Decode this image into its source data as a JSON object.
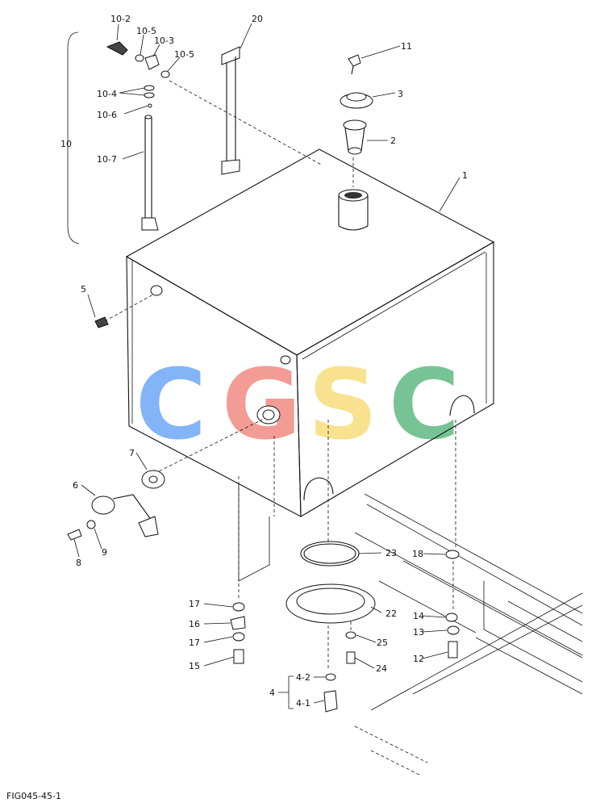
{
  "figure_id": "FIG045-45-1",
  "watermark": {
    "text": "CGSC",
    "letters": [
      "C",
      "G",
      "S",
      "C"
    ],
    "colors": [
      "#5a9cf5",
      "#f07a72",
      "#f8d96a",
      "#4caf72"
    ]
  },
  "callouts": {
    "p1": "1",
    "p2": "2",
    "p3": "3",
    "p4": "4",
    "p4_1": "4-1",
    "p4_2": "4-2",
    "p5": "5",
    "p6": "6",
    "p7": "7",
    "p8": "8",
    "p9": "9",
    "p10": "10",
    "p10_2": "10-2",
    "p10_3": "10-3",
    "p10_4": "10-4",
    "p10_5a": "10-5",
    "p10_5b": "10-5",
    "p10_6": "10-6",
    "p10_7": "10-7",
    "p11": "11",
    "p12": "12",
    "p13": "13",
    "p14": "14",
    "p15": "15",
    "p16": "16",
    "p17a": "17",
    "p17b": "17",
    "p18": "18",
    "p20": "20",
    "p22": "22",
    "p23": "23",
    "p24": "24",
    "p25": "25"
  }
}
